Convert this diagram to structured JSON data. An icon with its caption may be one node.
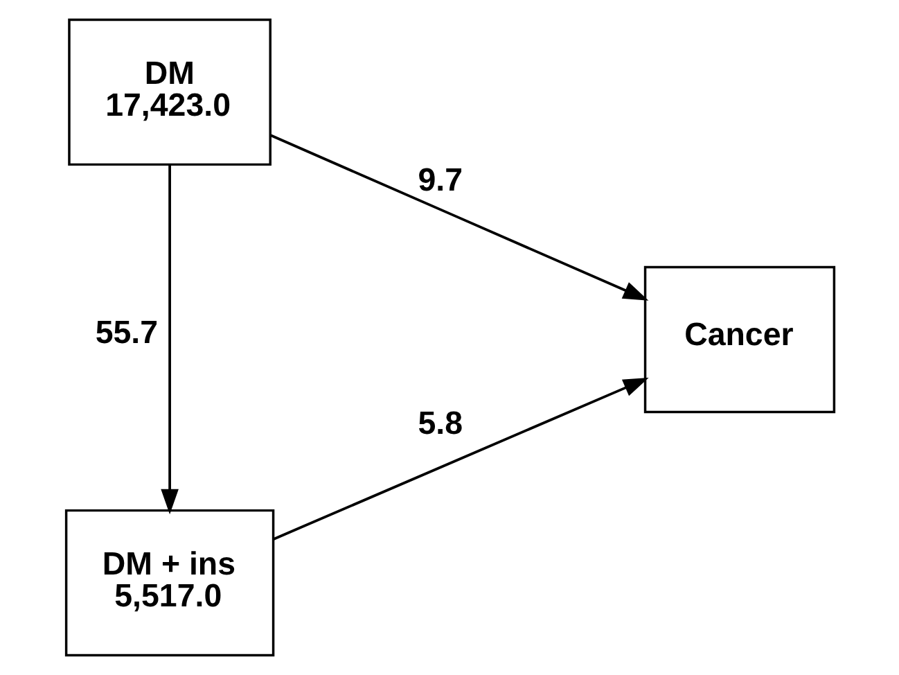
{
  "diagram": {
    "nodes": [
      {
        "text": [
          "DM",
          "17,423.0"
        ]
      },
      {
        "text": [
          "DM + ins",
          "5,517.0"
        ]
      },
      {
        "text": [
          "Cancer"
        ]
      }
    ],
    "edges": [
      {
        "from": 0,
        "to": 2,
        "arrow": "to",
        "label": "9.7"
      },
      {
        "from": 0,
        "to": 1,
        "arrow": "to",
        "label": "55.7"
      },
      {
        "from": 1,
        "to": 2,
        "arrow": "to",
        "label": "5.8"
      }
    ]
  }
}
